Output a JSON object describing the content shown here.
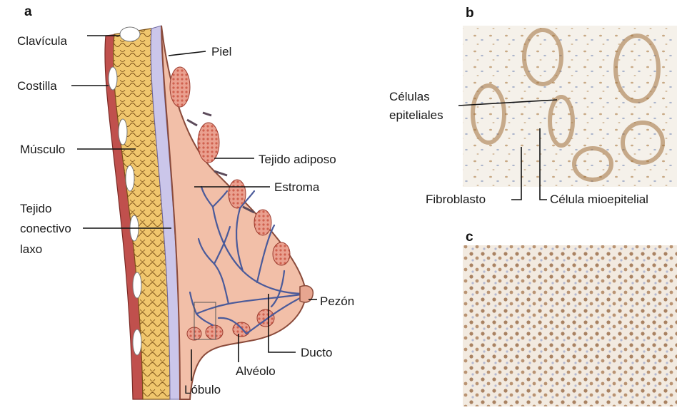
{
  "panels": {
    "a": "a",
    "b": "b",
    "c": "c"
  },
  "labels_a": {
    "clavicula": "Clavícula",
    "costilla": "Costilla",
    "musculo": "Músculo",
    "tejido_conectivo_1": "Tejido",
    "tejido_conectivo_2": "conectivo",
    "tejido_conectivo_3": "laxo",
    "piel": "Piel",
    "tejido_adiposo": "Tejido adiposo",
    "estroma": "Estroma",
    "pezon": "Pezón",
    "ducto": "Ducto",
    "alveolo": "Alvéolo",
    "lobulo": "Lóbulo"
  },
  "labels_b": {
    "celulas_epiteliales_1": "Células",
    "celulas_epiteliales_2": "epiteliales",
    "fibroblasto": "Fibroblasto",
    "celula_mioepitelial": "Célula mioepitelial"
  },
  "colors": {
    "skin": "#f2bfa8",
    "skin_edge": "#8a4a3a",
    "fat_yellow": "#e8b85c",
    "muscle_red": "#c0504d",
    "fascia_lilac": "#c8c4e6",
    "duct_blue": "#5b6aa8",
    "lobule_pink": "#e07a6a",
    "stain_brown": "#a0703a",
    "micro_bg": "#f4efe6"
  }
}
